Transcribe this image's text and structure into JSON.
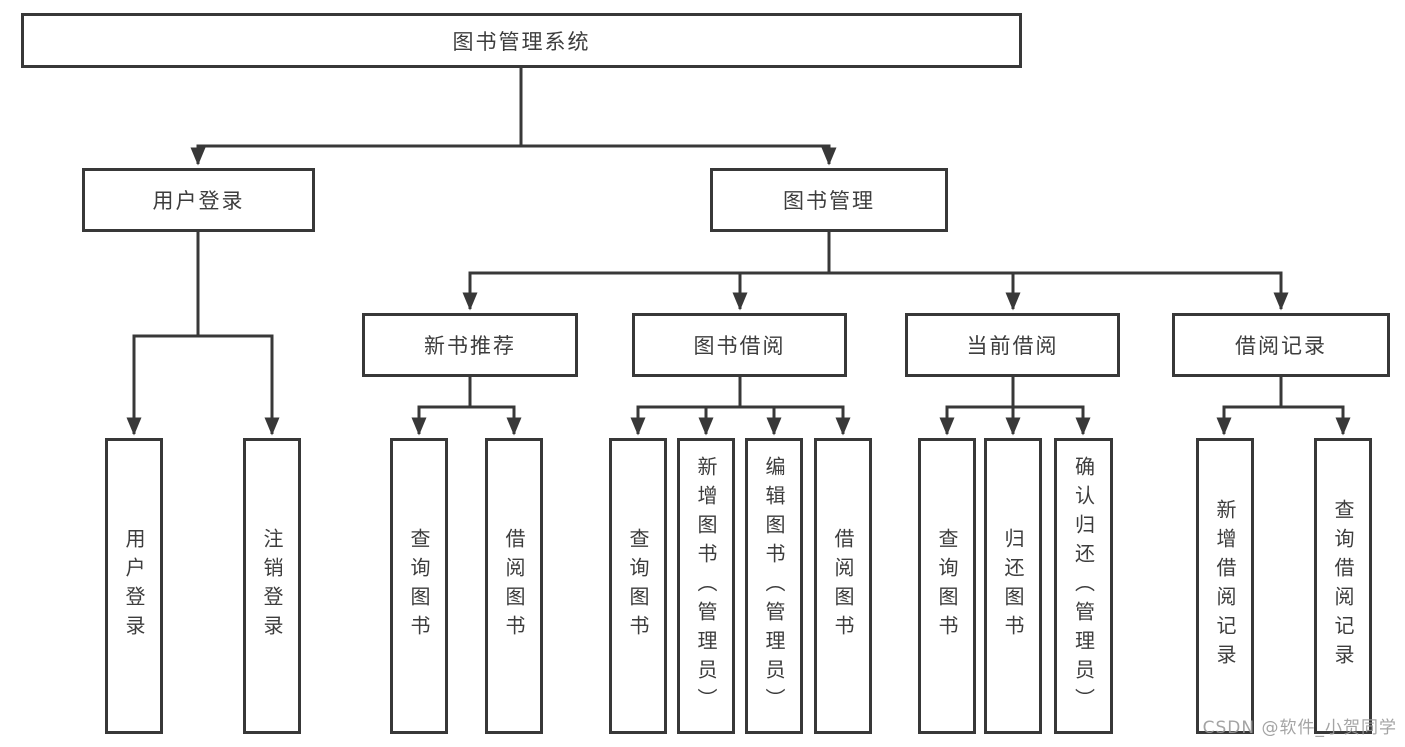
{
  "diagram": {
    "root": {
      "label": "图书管理系统",
      "children": [
        {
          "label": "用户登录",
          "children": [
            {
              "label": "用户登录"
            },
            {
              "label": "注销登录"
            }
          ]
        },
        {
          "label": "图书管理",
          "children": [
            {
              "label": "新书推荐",
              "children": [
                {
                  "label": "查询图书"
                },
                {
                  "label": "借阅图书"
                }
              ]
            },
            {
              "label": "图书借阅",
              "children": [
                {
                  "label": "查询图书"
                },
                {
                  "label": "新增图书（管理员）"
                },
                {
                  "label": "编辑图书（管理员）"
                },
                {
                  "label": "借阅图书"
                }
              ]
            },
            {
              "label": "当前借阅",
              "children": [
                {
                  "label": "查询图书"
                },
                {
                  "label": "归还图书"
                },
                {
                  "label": "确认归还（管理员）"
                }
              ]
            },
            {
              "label": "借阅记录",
              "children": [
                {
                  "label": "新增借阅记录"
                },
                {
                  "label": "查询借阅记录"
                }
              ]
            }
          ]
        }
      ]
    }
  },
  "colors": {
    "line": "#383838",
    "border": "#383838",
    "text": "#3d3d3d",
    "watermark_text": "#9b9b9b",
    "background": "#ffffff"
  },
  "watermark": {
    "text": "CSDN @软件_小贺同学"
  }
}
